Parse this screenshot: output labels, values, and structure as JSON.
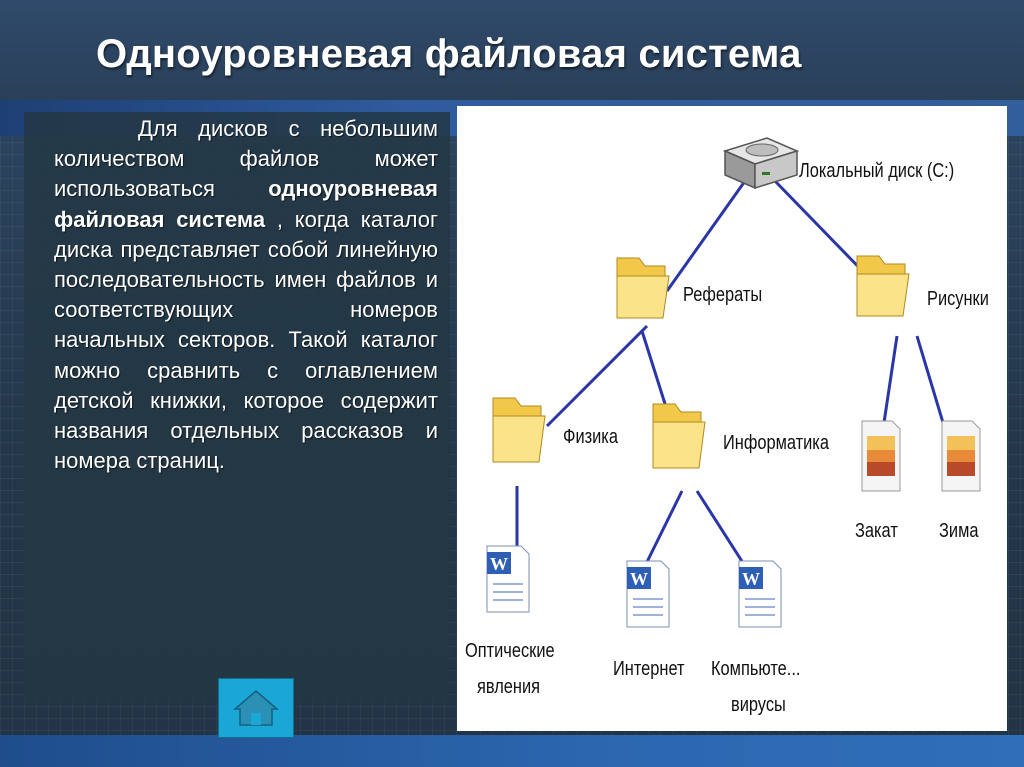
{
  "title": "Одноуровневая файловая система",
  "body": {
    "p1": "Для дисков с небольшим количеством файлов может использоваться",
    "bold": "одноуровневая файловая система",
    "p2": " , когда каталог диска представляет собой линейную последовательность имен файлов и соответствующих номеров начальных секторов. Такой каталог можно сравнить с оглавлением детской книжки, которое содержит названия отдельных рассказов и номера страниц."
  },
  "diagram": {
    "disk_label": "Локальный диск (С:)",
    "folders": [
      "Рефераты",
      "Рисунки",
      "Физика",
      "Информатика"
    ],
    "images": [
      "Закат",
      "Зима"
    ],
    "docs": [
      {
        "line1": "Оптические",
        "line2": "явления"
      },
      {
        "line1": "Интернет",
        "line2": ""
      },
      {
        "line1": "Компьюте...",
        "line2": "вирусы"
      }
    ]
  },
  "nav": {
    "home_icon": "home-icon"
  },
  "colors": {
    "title": "#ffffff",
    "link_lines": "#2233aa",
    "home_button": "#1aa7d6",
    "folder": "#f6d24e"
  }
}
